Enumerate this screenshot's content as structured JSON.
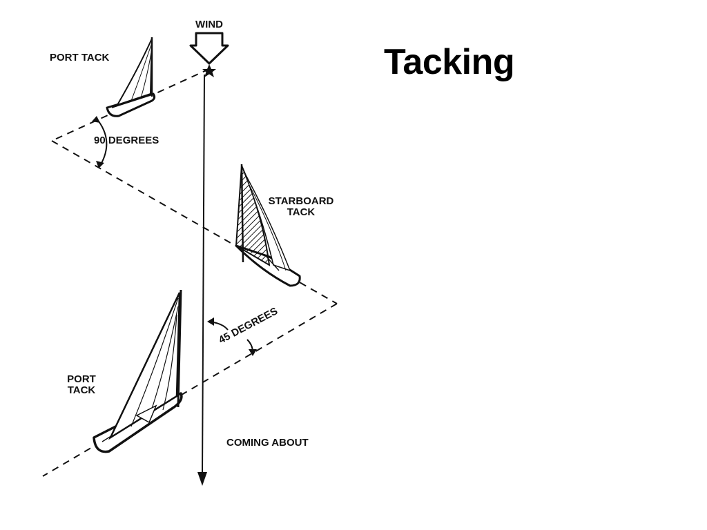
{
  "slide": {
    "title": "Tacking"
  },
  "diagram": {
    "labels": {
      "wind": "WIND",
      "port_tack_top": "PORT TACK",
      "ninety_degrees": "90 DEGREES",
      "starboard_tack_line1": "STARBOARD",
      "starboard_tack_line2": "TACK",
      "forty_five_degrees": "45 DEGREES",
      "port_tack_bottom_line1": "PORT",
      "port_tack_bottom_line2": "TACK",
      "coming_about": "COMING ABOUT"
    },
    "colors": {
      "ink": "#111111",
      "background": "#ffffff"
    }
  }
}
